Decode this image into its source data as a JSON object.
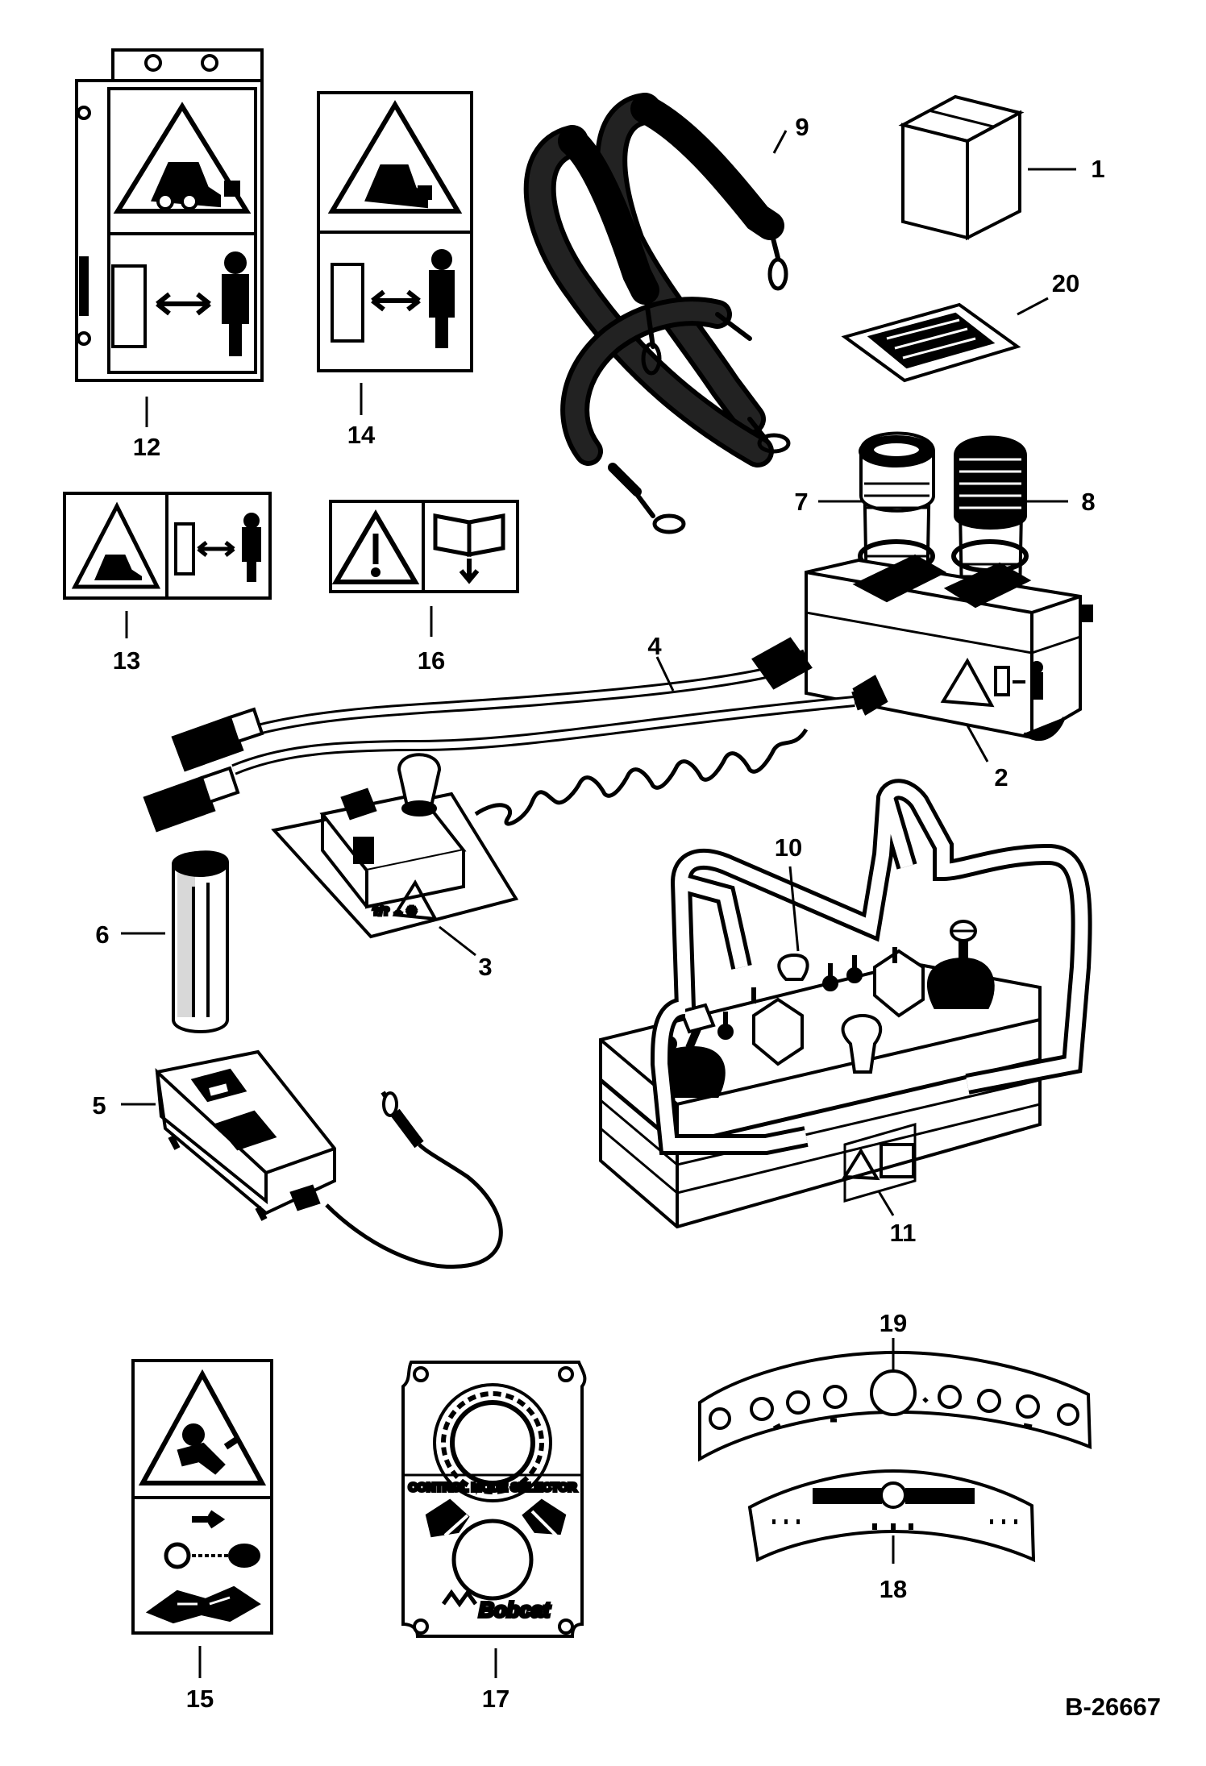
{
  "figure": {
    "id": "B-26667",
    "decal_17_heading": "CONTROL MODE SELECTOR",
    "decal_17_logo": "Bobcat"
  },
  "callouts": {
    "c1": "1",
    "c2": "2",
    "c3": "3",
    "c4": "4",
    "c5": "5",
    "c6": "6",
    "c7": "7",
    "c8": "8",
    "c9": "9",
    "c10": "10",
    "c11": "11",
    "c12": "12",
    "c13": "13",
    "c14": "14",
    "c15": "15",
    "c16": "16",
    "c17": "17",
    "c18": "18",
    "c19": "19",
    "c20": "20"
  }
}
